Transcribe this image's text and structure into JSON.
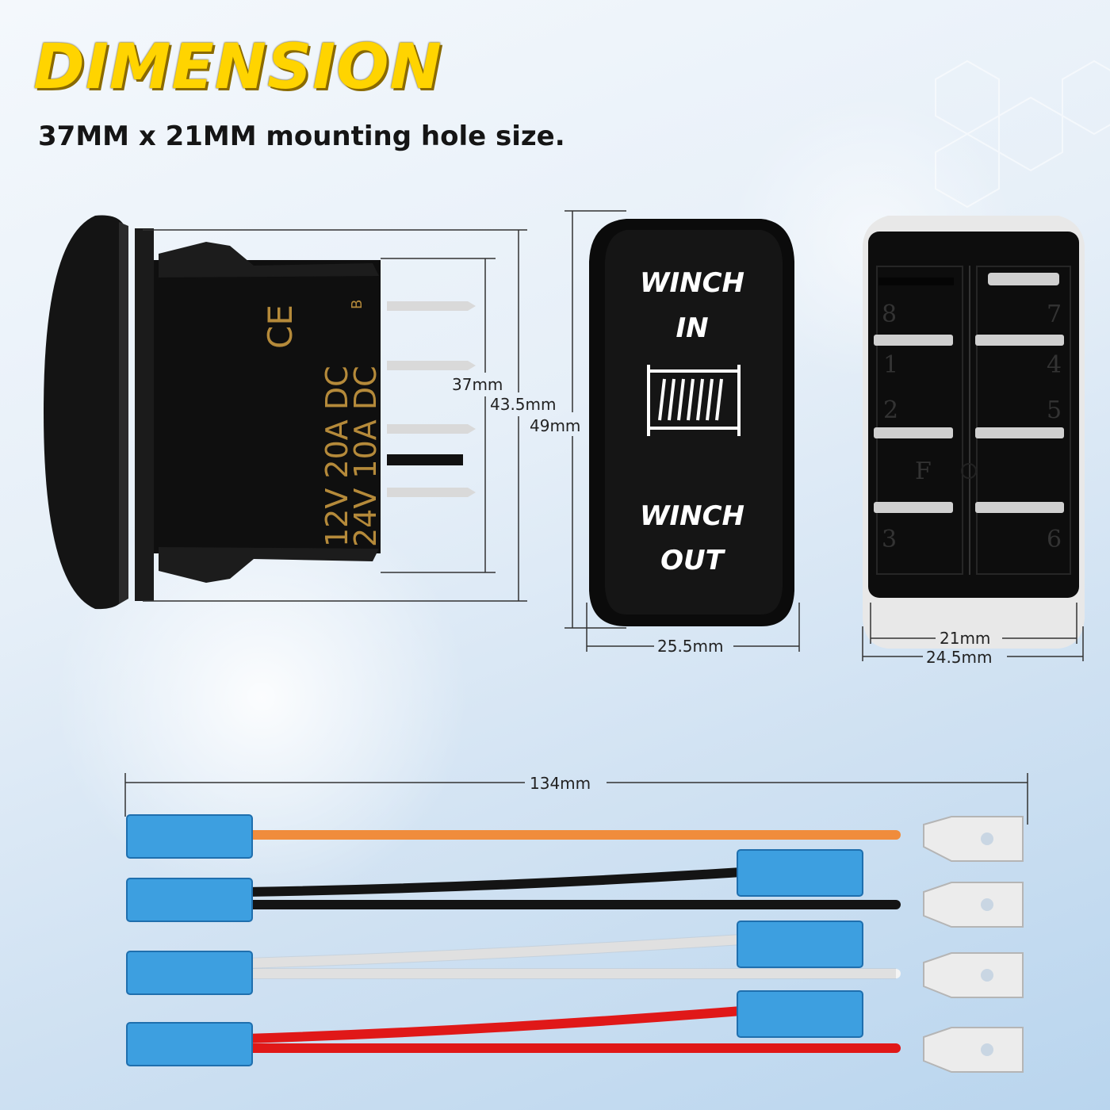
{
  "header": {
    "title": "DIMENSION",
    "subtitle": "37MM x 21MM mounting hole size."
  },
  "side_view": {
    "markings": {
      "ce": "CE",
      "rating_12v": "12V 20A DC",
      "rating_24v": "24V 10A DC",
      "code": "B"
    },
    "dimensions": {
      "terminal_span": "37mm",
      "body_height": "43.5mm",
      "total_height": "49mm"
    }
  },
  "front_view": {
    "label_top_line1": "WINCH",
    "label_top_line2": "IN",
    "label_bottom_line1": "WINCH",
    "label_bottom_line2": "OUT",
    "width": "25.5mm"
  },
  "back_view": {
    "pins": [
      "8",
      "7",
      "1",
      "4",
      "2",
      "5",
      "3",
      "6"
    ],
    "f_mark": "F",
    "width_inner": "21mm",
    "width_outer": "24.5mm"
  },
  "harness": {
    "length": "134mm",
    "wires": [
      {
        "color": "#f08c3c",
        "name": "orange"
      },
      {
        "color": "#141414",
        "name": "black"
      },
      {
        "color": "#f4f4f4",
        "name": "white"
      },
      {
        "color": "#e01818",
        "name": "red"
      }
    ]
  }
}
